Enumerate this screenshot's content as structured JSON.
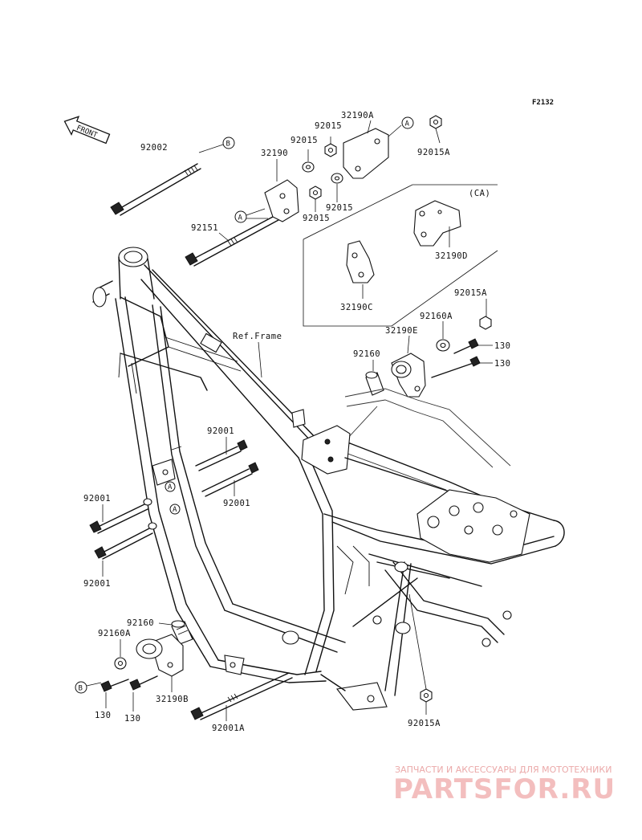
{
  "figure_id": "F2132",
  "front_label": "FRONT",
  "ref_frame_label": "Ref.Frame",
  "ca_label": "(CA)",
  "callout_letters": [
    "A",
    "B"
  ],
  "part_labels": [
    {
      "id": "92002",
      "text": "92002"
    },
    {
      "id": "32190A",
      "text": "32190A"
    },
    {
      "id": "92015-top1",
      "text": "92015"
    },
    {
      "id": "92015-top2",
      "text": "92015"
    },
    {
      "id": "32190",
      "text": "32190"
    },
    {
      "id": "92015A-top",
      "text": "92015A"
    },
    {
      "id": "92015-mid1",
      "text": "92015"
    },
    {
      "id": "92015-mid2",
      "text": "92015"
    },
    {
      "id": "92151",
      "text": "92151"
    },
    {
      "id": "32190D",
      "text": "32190D"
    },
    {
      "id": "32190C",
      "text": "32190C"
    },
    {
      "id": "92015A-right",
      "text": "92015A"
    },
    {
      "id": "92160A-right",
      "text": "92160A"
    },
    {
      "id": "32190E",
      "text": "32190E"
    },
    {
      "id": "130-r1",
      "text": "130"
    },
    {
      "id": "92160-right",
      "text": "92160"
    },
    {
      "id": "130-r2",
      "text": "130"
    },
    {
      "id": "92001-a",
      "text": "92001"
    },
    {
      "id": "92001-b",
      "text": "92001"
    },
    {
      "id": "92001-c",
      "text": "92001"
    },
    {
      "id": "92001-d",
      "text": "92001"
    },
    {
      "id": "92160-left",
      "text": "92160"
    },
    {
      "id": "92160A-left",
      "text": "92160A"
    },
    {
      "id": "32190B",
      "text": "32190B"
    },
    {
      "id": "130-l1",
      "text": "130"
    },
    {
      "id": "130-l2",
      "text": "130"
    },
    {
      "id": "92001A",
      "text": "92001A"
    },
    {
      "id": "92015A-bottom",
      "text": "92015A"
    }
  ],
  "watermark": {
    "tagline": "ЗАПЧАСТИ И АКСЕССУАРЫ ДЛЯ МОТОТЕХНИКИ",
    "brand": "PARTSFOR.RU"
  }
}
